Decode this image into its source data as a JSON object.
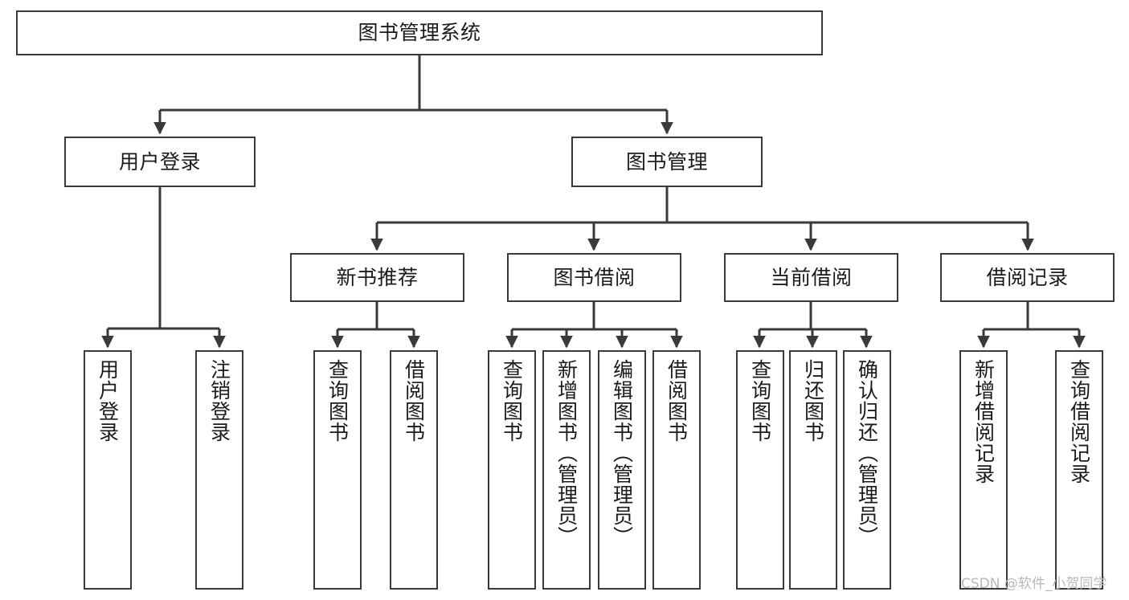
{
  "diagram": {
    "title": "图书管理系统",
    "type": "tree-hierarchy-chart",
    "watermark": "CSDN @软件_小贺同学",
    "colors": {
      "node_border": "#3a3a3a",
      "node_fill": "#ffffff",
      "edge": "#3a3a3a",
      "text": "#1b1b1b",
      "watermark": "#b9b9b9",
      "background": "#ffffff"
    },
    "levels": {
      "root": {
        "label": "图书管理系统"
      },
      "level2": [
        {
          "label": "用户登录"
        },
        {
          "label": "图书管理"
        }
      ],
      "level3": [
        {
          "label": "新书推荐"
        },
        {
          "label": "图书借阅"
        },
        {
          "label": "当前借阅"
        },
        {
          "label": "借阅记录"
        }
      ],
      "leaves": {
        "user_login": [
          {
            "label": "用户登录"
          },
          {
            "label": "注销登录"
          }
        ],
        "new_book_recommend": [
          {
            "label": "查询图书"
          },
          {
            "label": "借阅图书"
          }
        ],
        "book_borrow": [
          {
            "label": "查询图书"
          },
          {
            "label": "新增图书（管理员）"
          },
          {
            "label": "编辑图书（管理员）"
          },
          {
            "label": "借阅图书"
          }
        ],
        "current_borrow": [
          {
            "label": "查询图书"
          },
          {
            "label": "归还图书"
          },
          {
            "label": "确认归还（管理员）"
          }
        ],
        "borrow_record": [
          {
            "label": "新增借阅记录"
          },
          {
            "label": "查询借阅记录"
          }
        ]
      }
    }
  }
}
